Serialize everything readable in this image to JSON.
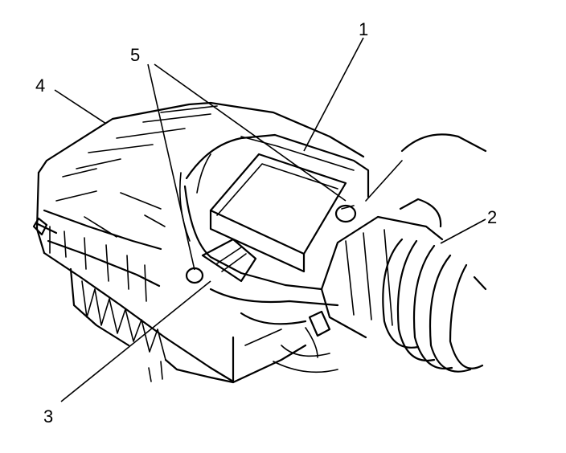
{
  "diagram": {
    "callouts": [
      {
        "id": "1",
        "text": "1"
      },
      {
        "id": "2",
        "text": "2"
      },
      {
        "id": "3",
        "text": "3"
      },
      {
        "id": "4",
        "text": "4"
      },
      {
        "id": "5",
        "text": "5"
      }
    ]
  },
  "colors": {
    "ink": "#000000",
    "background": "#ffffff"
  }
}
